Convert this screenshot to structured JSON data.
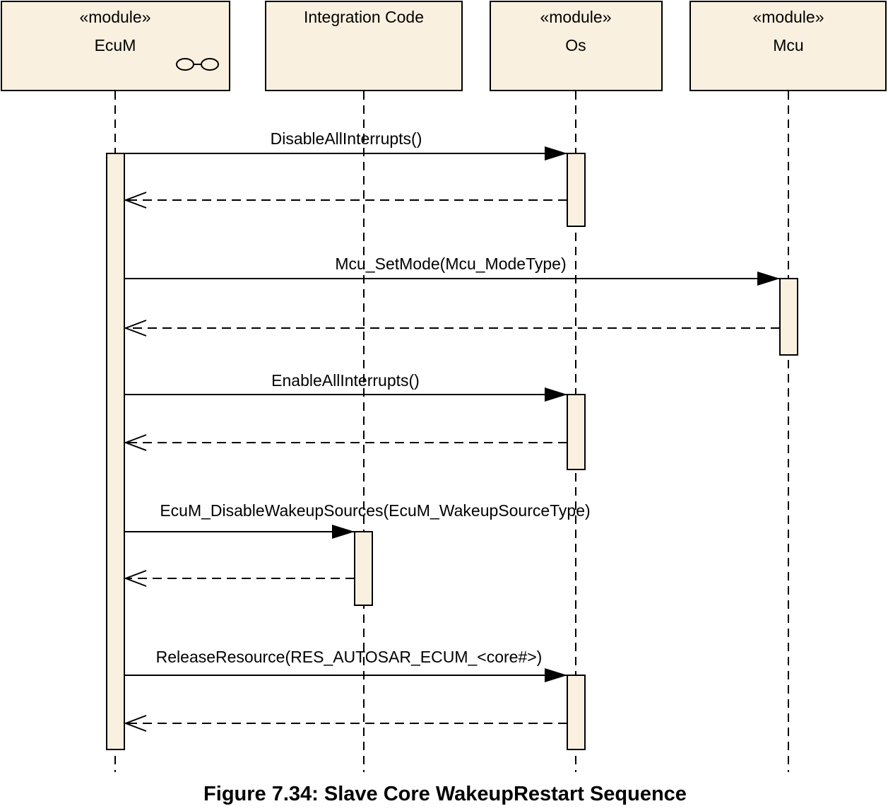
{
  "participants": [
    {
      "stereotype": "«module»",
      "name": "EcuM",
      "icon": "subsystem-icon"
    },
    {
      "stereotype": "",
      "name": "Integration Code"
    },
    {
      "stereotype": "«module»",
      "name": "Os"
    },
    {
      "stereotype": "«module»",
      "name": "Mcu"
    }
  ],
  "messages": [
    {
      "label": "DisableAllInterrupts()",
      "from": "EcuM",
      "to": "Os"
    },
    {
      "label": "Mcu_SetMode(Mcu_ModeType)",
      "from": "EcuM",
      "to": "Mcu"
    },
    {
      "label": "EnableAllInterrupts()",
      "from": "EcuM",
      "to": "Os"
    },
    {
      "label": "EcuM_DisableWakeupSources(EcuM_WakeupSourceType)",
      "from": "EcuM",
      "to": "Integration Code"
    },
    {
      "label": "ReleaseResource(RES_AUTOSAR_ECUM_<core#>)",
      "from": "EcuM",
      "to": "Os"
    }
  ],
  "caption": "Figure 7.34: Slave Core WakeupRestart Sequence",
  "colors": {
    "box_fill": "#faf0e0",
    "line": "#000000"
  }
}
